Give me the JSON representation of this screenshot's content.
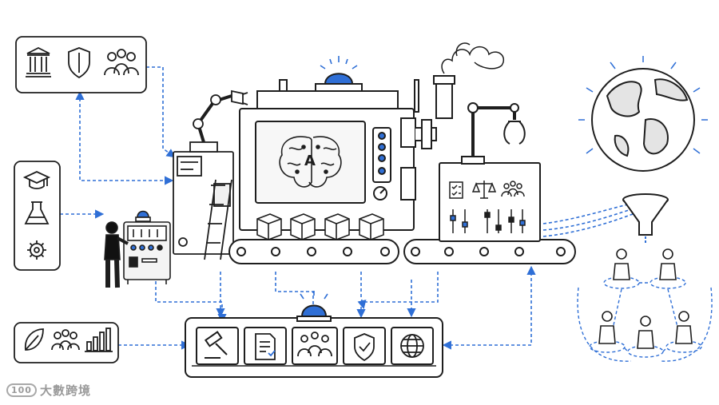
{
  "diagram": {
    "core_label": "A",
    "accent_color": "#2f6fd6",
    "ink_color": "#1e1e1e",
    "input_panels": [
      {
        "icons": [
          "bank-icon",
          "shield-icon",
          "people-icon"
        ]
      },
      {
        "icons": [
          "graduation-cap-icon",
          "flask-icon",
          "gear-icon"
        ]
      },
      {
        "icons": [
          "leaf-icon",
          "people-icon",
          "bar-chart-icon"
        ]
      }
    ],
    "output_panel_icons": [
      "gavel-icon",
      "document-check-icon",
      "people-icon",
      "shield-check-icon",
      "globe-icon"
    ],
    "assessment_icons": [
      "checklist-icon",
      "scales-icon",
      "people-icon"
    ]
  },
  "watermark": {
    "badge_text": "100",
    "text": "大數跨境"
  }
}
